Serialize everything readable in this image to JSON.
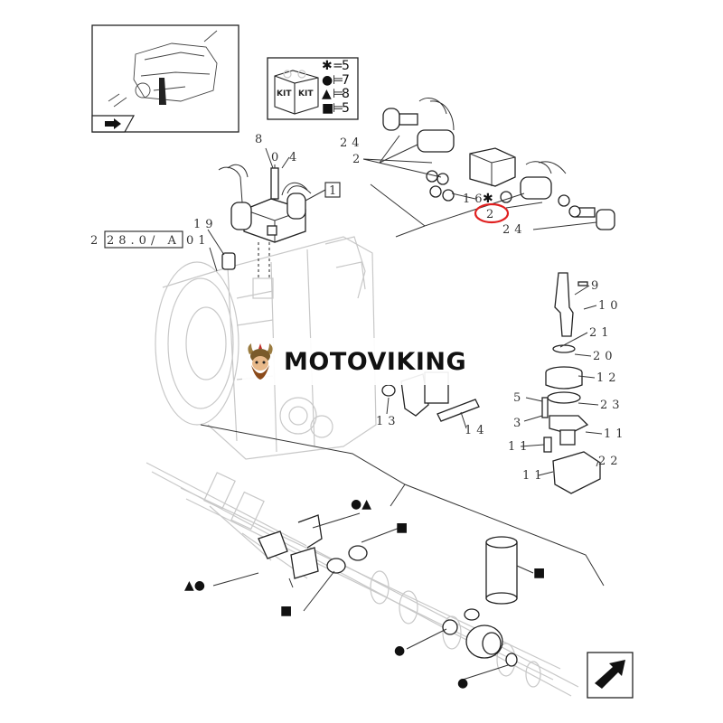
{
  "kit_legend": {
    "kit_label_left": "KIT",
    "kit_label_right": "KIT",
    "rows": [
      {
        "symbol": "✱",
        "value": "5"
      },
      {
        "symbol": "●",
        "value": "7"
      },
      {
        "symbol": "▲",
        "value": "8"
      },
      {
        "symbol": "■",
        "value": "5"
      }
    ]
  },
  "reference_box": {
    "text": "28.0/ A",
    "suffix": "01"
  },
  "watermark": {
    "brand": "MOTOVIKING"
  },
  "callouts": {
    "c24a": "24",
    "c2a": "2",
    "c8": "8",
    "c0": "0",
    "c4": "4",
    "c1": "1",
    "c16": "16",
    "c2b": "2",
    "c24b": "24",
    "c19": "19",
    "c9": "9",
    "c10": "10",
    "c21": "21",
    "c20": "20",
    "c12": "12",
    "c5": "5",
    "c23": "23",
    "c3": "3",
    "c11a": "11",
    "c11b": "11",
    "c22": "22",
    "c11c": "11",
    "c13": "13",
    "c14": "14"
  },
  "symbols": {
    "s_circle_tri": "●▲",
    "s_sq1": "■",
    "s_tri_circle": "▲●",
    "s_sq2": "■",
    "s_sq3": "■",
    "s_circle1": "●",
    "s_circle2": "●",
    "s_star": "✱"
  },
  "highlight": {
    "color": "#e02020"
  }
}
